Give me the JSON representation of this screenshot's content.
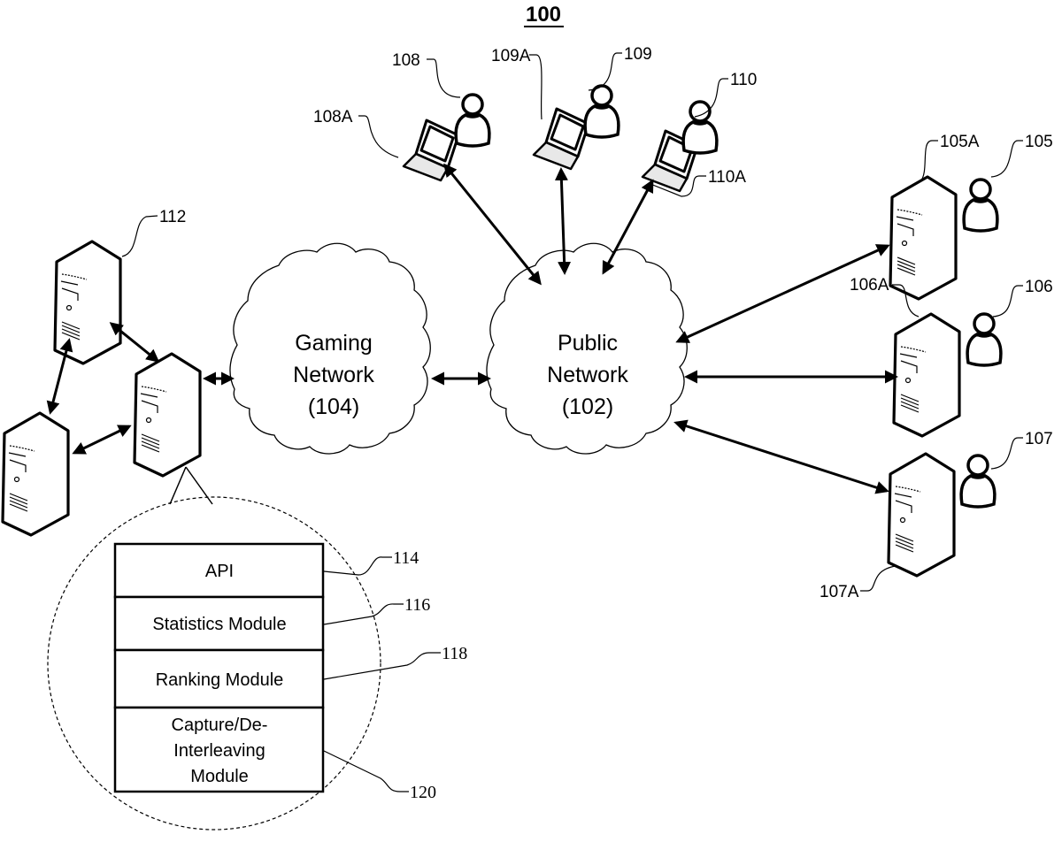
{
  "figure": {
    "number": "100"
  },
  "networks": {
    "gaming": {
      "line1": "Gaming",
      "line2": "Network",
      "line3": "(104)"
    },
    "public": {
      "line1": "Public",
      "line2": "Network",
      "line3": "(102)"
    }
  },
  "gaming_servers": {
    "ref": "112"
  },
  "modules": {
    "items": [
      {
        "label": "API",
        "ref": "114"
      },
      {
        "label": "Statistics Module",
        "ref": "116"
      },
      {
        "label": "Ranking Module",
        "ref": "118"
      },
      {
        "lines": [
          "Capture/De-",
          "Interleaving",
          "Module"
        ],
        "ref": "120"
      }
    ]
  },
  "laptop_users": [
    {
      "user_ref": "108",
      "device_ref": "108A"
    },
    {
      "user_ref": "109",
      "device_ref": "109A"
    },
    {
      "user_ref": "110",
      "device_ref": "110A"
    }
  ],
  "server_users": [
    {
      "user_ref": "105",
      "device_ref": "105A"
    },
    {
      "user_ref": "106",
      "device_ref": "106A"
    },
    {
      "user_ref": "107",
      "device_ref": "107A"
    }
  ]
}
